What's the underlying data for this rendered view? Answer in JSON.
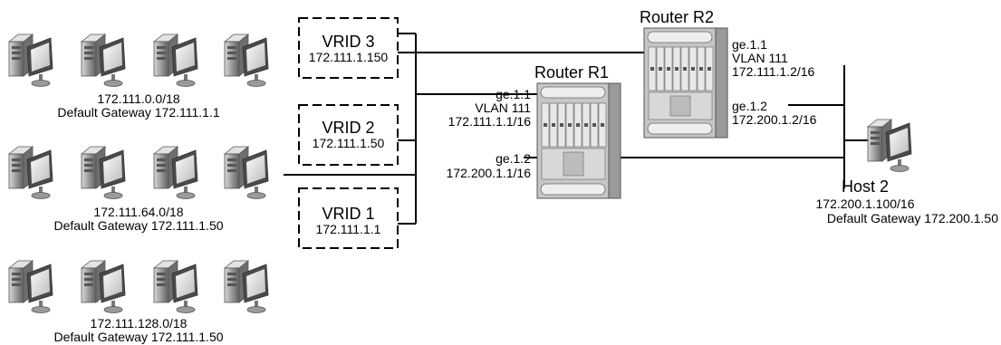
{
  "vrids": [
    {
      "name": "VRID 3",
      "ip": "172.111.1.150"
    },
    {
      "name": "VRID 2",
      "ip": "172.111.1.50"
    },
    {
      "name": "VRID 1",
      "ip": "172.111.1.1"
    }
  ],
  "host_groups": [
    {
      "subnet": "172.111.0.0/18",
      "gateway": "Default Gateway 172.111.1.1"
    },
    {
      "subnet": "172.111.64.0/18",
      "gateway": "Default Gateway 172.111.1.50"
    },
    {
      "subnet": "172.111.128.0/18",
      "gateway": "Default Gateway 172.111.1.50"
    }
  ],
  "router_r1": {
    "title": "Router R1",
    "port1": {
      "name": "ge.1.1",
      "vlan": "VLAN 111",
      "ip": "172.111.1.1/16"
    },
    "port2": {
      "name": "ge.1.2",
      "ip": "172.200.1.1/16"
    }
  },
  "router_r2": {
    "title": "Router R2",
    "port1": {
      "name": "ge.1.1",
      "vlan": "VLAN 111",
      "ip": "172.111.1.2/16"
    },
    "port2": {
      "name": "ge.1.2",
      "ip": "172.200.1.2/16"
    }
  },
  "host2": {
    "title": "Host 2",
    "ip": "172.200.1.100/16",
    "gateway": "Default Gateway 172.200.1.50"
  },
  "colors": {
    "line": "#000000",
    "chassis": "#c8c8c8",
    "chassis_dark": "#8a8a8a",
    "screen": "#e6e6e6"
  }
}
